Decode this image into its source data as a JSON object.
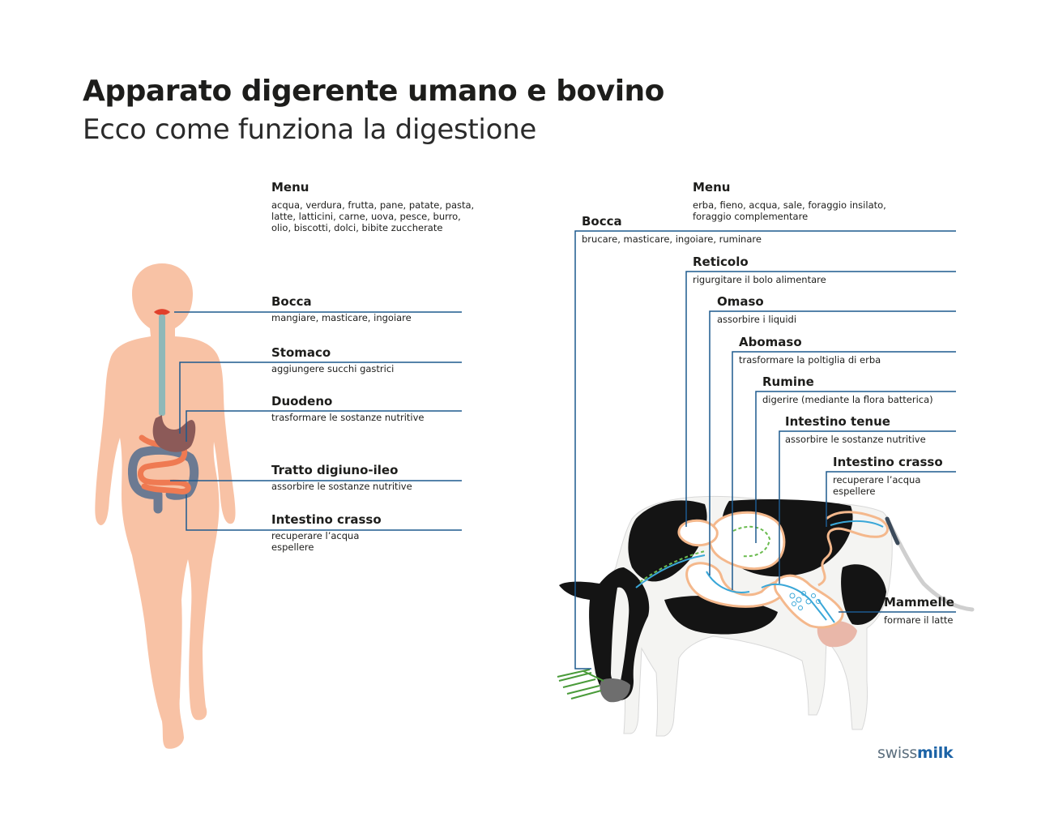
{
  "header": {
    "title": "Apparato digerente umano e bovino",
    "subtitle": "Ecco come funziona la digestione"
  },
  "human": {
    "menu": {
      "title": "Menu",
      "lines": [
        "acqua, verdura, frutta, pane, patate, pasta,",
        "latte, latticini, carne, uova, pesce, burro,",
        "olio, biscotti, dolci, bibite zuccherate"
      ]
    },
    "organs": [
      {
        "name": "Bocca",
        "lines": [
          "mangiare, masticare, ingoiare"
        ]
      },
      {
        "name": "Stomaco",
        "lines": [
          "aggiungere succhi gastrici"
        ]
      },
      {
        "name": "Duodeno",
        "lines": [
          "trasformare le sostanze nutritive"
        ]
      },
      {
        "name": "Tratto digiuno-ileo",
        "lines": [
          "assorbire le sostanze nutritive"
        ]
      },
      {
        "name": "Intestino crasso",
        "lines": [
          "recuperare l’acqua",
          "espellere"
        ]
      }
    ]
  },
  "cow": {
    "menu": {
      "title": "Menu",
      "lines": [
        "erba, fieno, acqua, sale, foraggio insilato,",
        "foraggio complementare"
      ]
    },
    "organs": [
      {
        "name": "Bocca",
        "lines": [
          "brucare, masticare, ingoiare, ruminare"
        ]
      },
      {
        "name": "Reticolo",
        "lines": [
          "rigurgitare il bolo alimentare"
        ]
      },
      {
        "name": "Omaso",
        "lines": [
          "assorbire i liquidi"
        ]
      },
      {
        "name": "Abomaso",
        "lines": [
          "trasformare la poltiglia di erba"
        ]
      },
      {
        "name": "Rumine",
        "lines": [
          "digerire (mediante la flora batterica)"
        ]
      },
      {
        "name": "Intestino tenue",
        "lines": [
          "assorbire le sostanze nutritive"
        ]
      },
      {
        "name": "Intestino crasso",
        "lines": [
          "recuperare l’acqua",
          "espellere"
        ]
      },
      {
        "name": "Mammelle",
        "lines": [
          "formare il latte"
        ]
      }
    ]
  },
  "logo": {
    "part1": "swiss",
    "part2": "milk"
  },
  "colors": {
    "leader_line": "#1d5a8e",
    "skin": "#f8c2a5",
    "lips": "#e0402b",
    "esophagus": "#8fb8b8",
    "stomach": "#8c5a58",
    "small_intestine": "#ef7a52",
    "large_intestine": "#6c7a92",
    "digestive_flow": "#3aa7d8",
    "rumination_flow": "#6abb4f",
    "logo_blue": "#1c63a6"
  }
}
